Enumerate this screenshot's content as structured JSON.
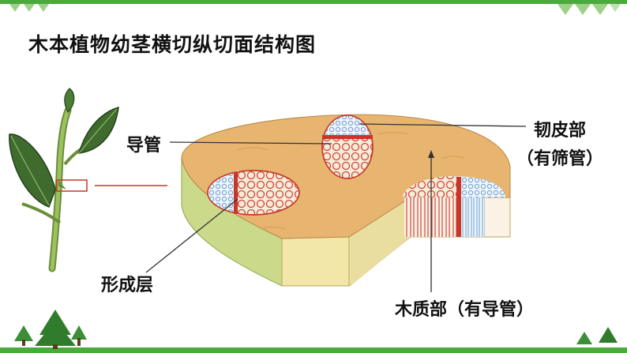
{
  "slide": {
    "title": "木本植物幼茎横切纵切面结构图"
  },
  "labels": {
    "vessel": "导管",
    "phloem_line1": "韧皮部",
    "phloem_line2": "（有筛管）",
    "cambium": "形成层",
    "xylem": "木质部（有导管）"
  },
  "colors": {
    "theme_green": "#4aaa3c",
    "section_tan": "#e7b56f",
    "bark_green": "#cbd98a",
    "cambium_red": "#c8362a",
    "phloem_blue": "#6f9fd1"
  }
}
